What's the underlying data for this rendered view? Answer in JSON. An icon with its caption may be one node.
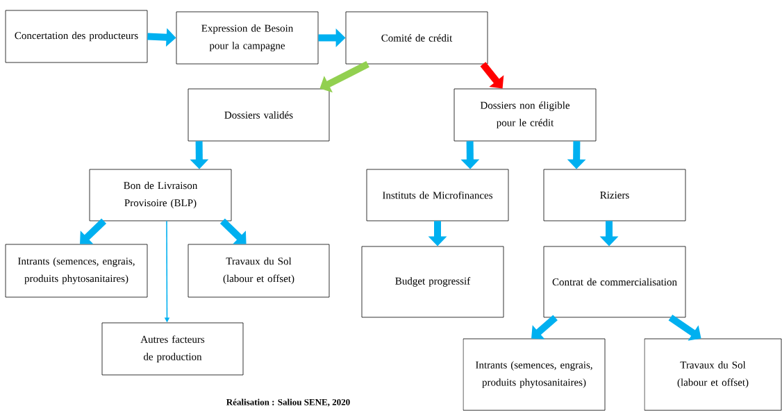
{
  "diagram": {
    "caption": "Réalisation : Saliou SENE, 2020",
    "nodes": [
      {
        "text": [
          "Concertation des producteurs"
        ]
      },
      {
        "text": [
          "Expression de Besoin pour la campagne"
        ]
      },
      {
        "text": [
          "Comité de crédit"
        ]
      },
      {
        "text": [
          "Dossiers validés"
        ]
      },
      {
        "text": [
          "Dossiers non éligible pour le crédit"
        ]
      },
      {
        "text": [
          "Bon de Livraison Provisoire (BLP)"
        ]
      },
      {
        "text": [
          "Instituts de Microfinances"
        ]
      },
      {
        "text": [
          "Riziers"
        ]
      },
      {
        "text": [
          "Intrants (semences, engrais, produits phytosanitaires)"
        ]
      },
      {
        "text": [
          "Travaux du Sol (labour et offset)"
        ]
      },
      {
        "text": [
          "Autres facteurs de production"
        ]
      },
      {
        "text": [
          "Budget progressif"
        ]
      },
      {
        "text": [
          "Contrat de commercialisation"
        ]
      },
      {
        "text": [
          "Intrants (semences, engrais, produits phytosanitaires)"
        ]
      },
      {
        "text": [
          "Travaux du Sol (labour et offset)"
        ]
      }
    ],
    "edges": [
      {
        "from": 0,
        "to": 1,
        "arrow": "to"
      },
      {
        "from": 1,
        "to": 2,
        "arrow": "to"
      },
      {
        "from": 2,
        "to": 3,
        "arrow": "to",
        "color": "#92d050"
      },
      {
        "from": 2,
        "to": 4,
        "arrow": "to",
        "color": "#ff0000"
      },
      {
        "from": 3,
        "to": 5,
        "arrow": "to"
      },
      {
        "from": 4,
        "to": 6,
        "arrow": "to"
      },
      {
        "from": 4,
        "to": 7,
        "arrow": "to"
      },
      {
        "from": 5,
        "to": 8,
        "arrow": "to"
      },
      {
        "from": 5,
        "to": 10,
        "arrow": "to"
      },
      {
        "from": 5,
        "to": 9,
        "arrow": "to"
      },
      {
        "from": 6,
        "to": 11,
        "arrow": "to"
      },
      {
        "from": 7,
        "to": 12,
        "arrow": "to"
      },
      {
        "from": 12,
        "to": 13,
        "arrow": "to"
      },
      {
        "from": 12,
        "to": 14,
        "arrow": "to"
      }
    ]
  }
}
